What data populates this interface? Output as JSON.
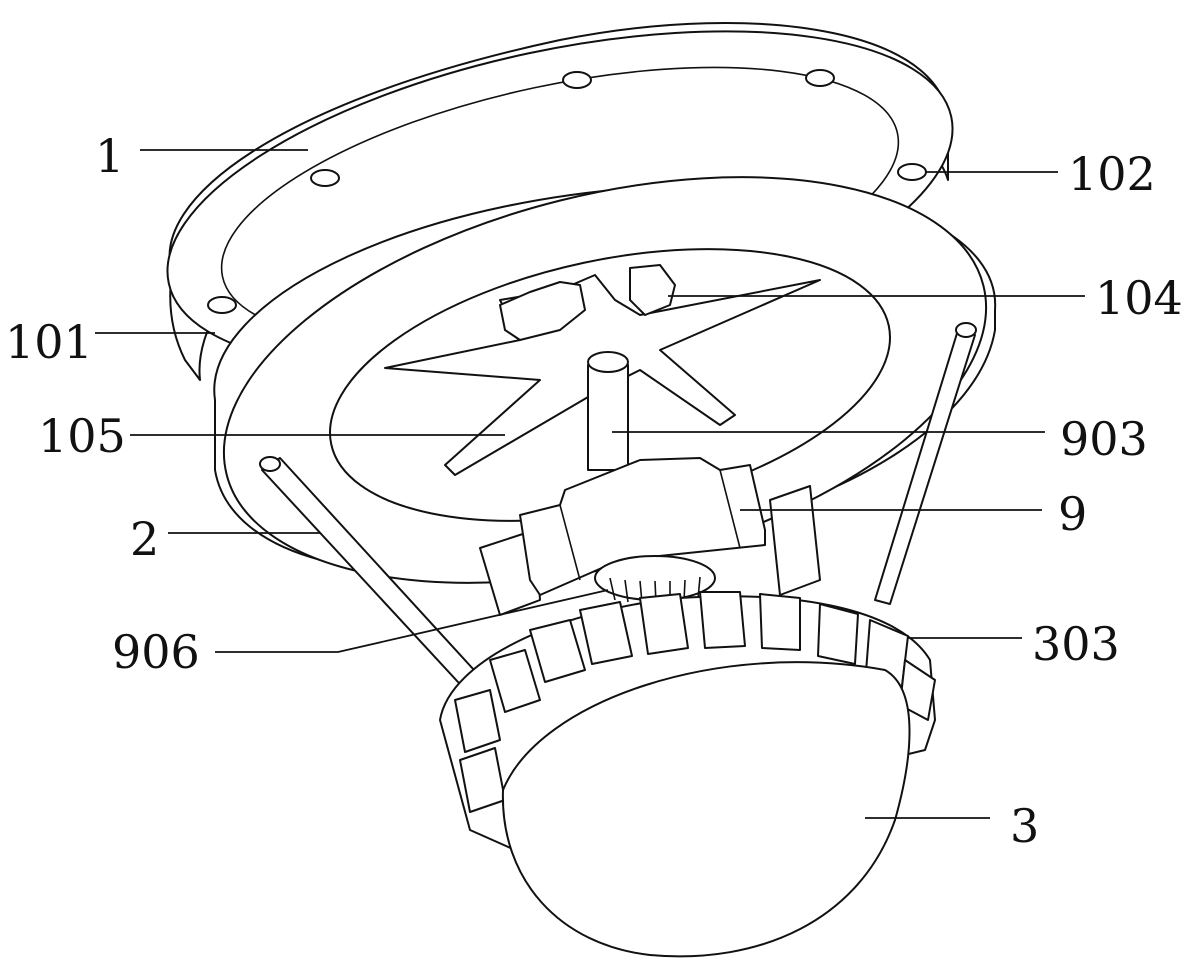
{
  "labels": {
    "l1": "1",
    "l101": "101",
    "l102": "102",
    "l104": "104",
    "l105": "105",
    "l903": "903",
    "l9": "9",
    "l2": "2",
    "l906": "906",
    "l303": "303",
    "l3": "3"
  },
  "colors": {
    "line": "#111111",
    "background": "#ffffff"
  }
}
